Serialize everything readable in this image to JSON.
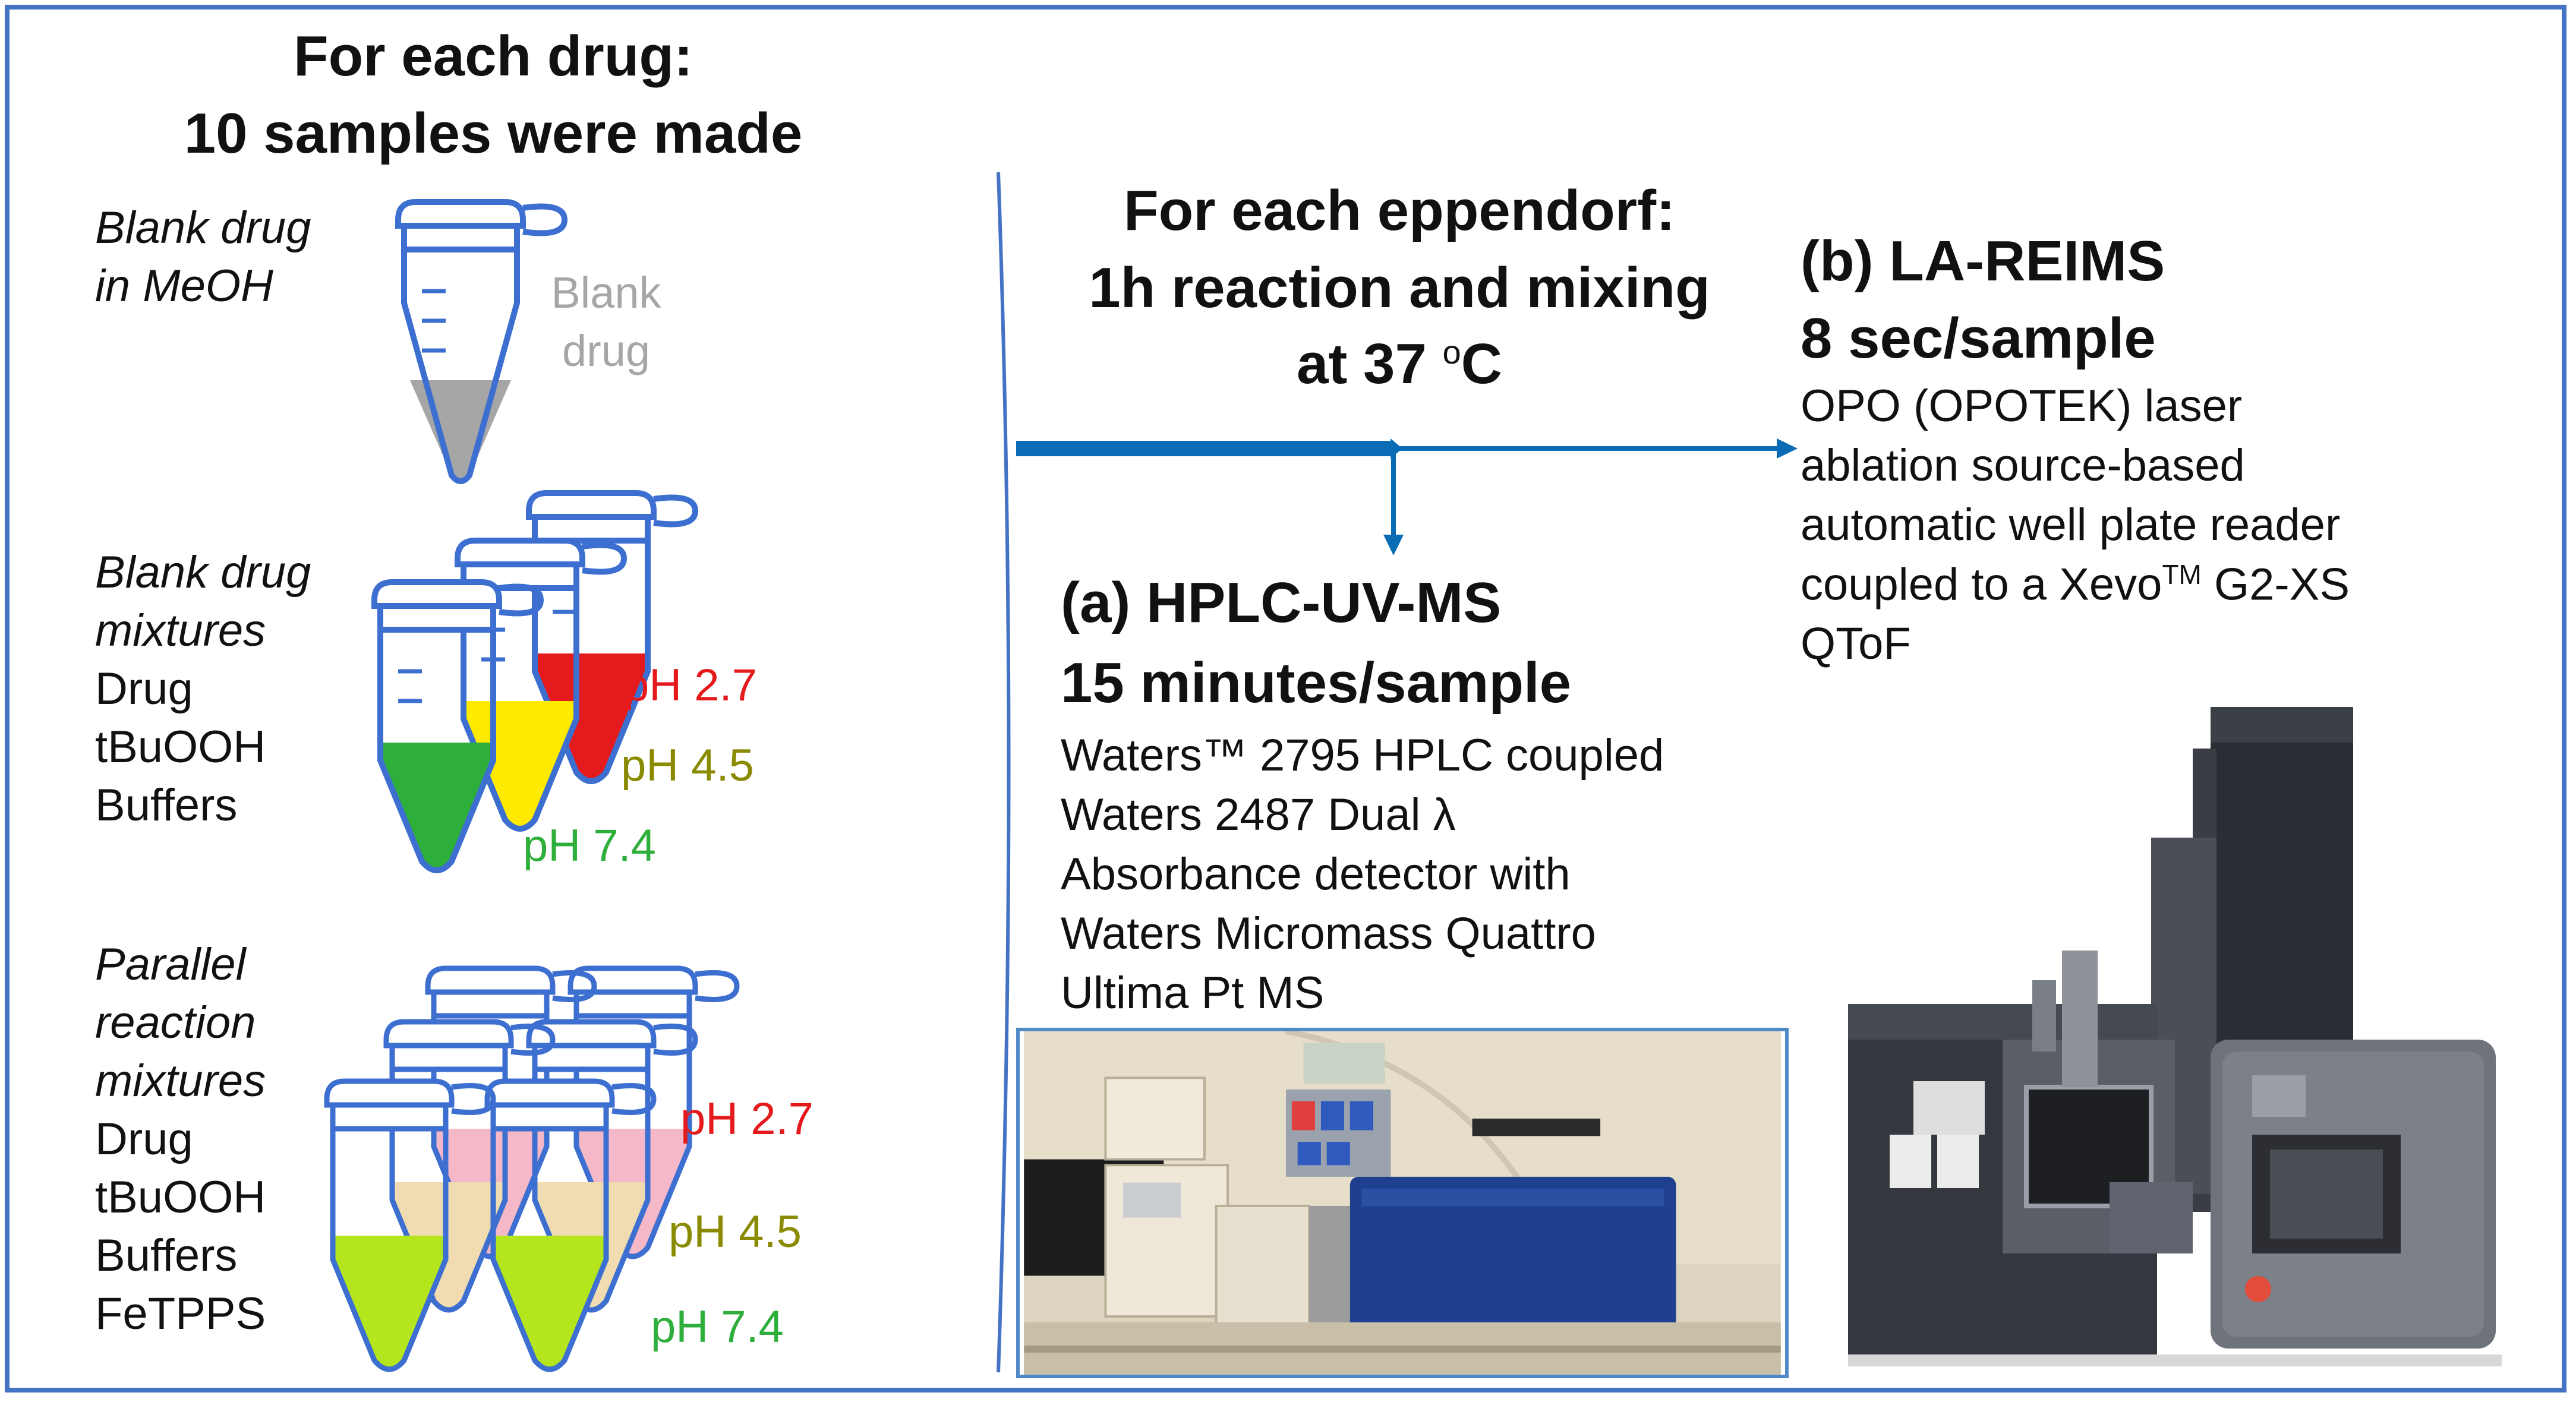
{
  "colors": {
    "border": "#4472c4",
    "arrow": "#0a6cb4",
    "red": "#e41a1c",
    "olive": "#8a8a00",
    "green": "#2eaf3c",
    "gray": "#a6a6a6"
  },
  "left": {
    "title_line1": "For each drug:",
    "title_line2": "10 samples were made",
    "blank": {
      "label_line1": "Blank drug",
      "label_line2": "in MeOH",
      "tube_line1": "Blank",
      "tube_line2": "drug"
    },
    "mixtures": {
      "label_line1": "Blank drug",
      "label_line2": "mixtures",
      "items": [
        "Drug",
        "tBuOOH",
        "Buffers"
      ]
    },
    "parallel": {
      "label_line1": "Parallel",
      "label_line2": "reaction",
      "label_line3": "mixtures",
      "items": [
        "Drug",
        "tBuOOH",
        "Buffers",
        "FeTPPS"
      ]
    },
    "ph": {
      "acid": "pH 2.7",
      "mid": "pH 4.5",
      "neutral": "pH 7.4"
    }
  },
  "center": {
    "title_line1": "For each eppendorf:",
    "title_line2": "1h reaction and mixing",
    "title_line3_prefix": "at 37 ",
    "title_line3_sup": "o",
    "title_line3_suffix": "C"
  },
  "hplc": {
    "title": "(a) HPLC-UV-MS",
    "subtitle": "15 minutes/sample",
    "desc_line1": "Waters™ 2795 HPLC coupled",
    "desc_line2": "Waters 2487 Dual λ",
    "desc_line3": "Absorbance detector with",
    "desc_line4": "Waters Micromass Quattro",
    "desc_line5": "Ultima Pt MS"
  },
  "lareims": {
    "title": "(b) LA-REIMS",
    "subtitle": "8 sec/sample",
    "desc_line1": "OPO (OPOTEK) laser",
    "desc_line2": "ablation source-based",
    "desc_line3": "automatic well plate reader",
    "desc_line4_prefix": "coupled to a Xevo",
    "desc_line4_sup": "TM",
    "desc_line4_suffix": " G2-XS",
    "desc_line5": "QToF"
  }
}
